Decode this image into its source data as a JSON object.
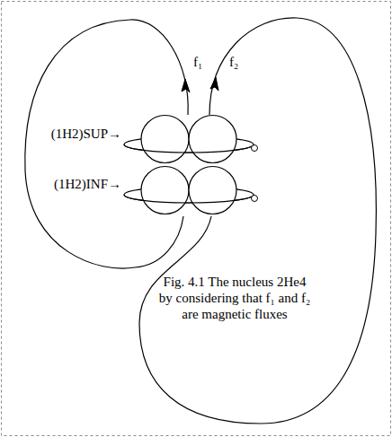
{
  "diagram": {
    "caption": "Fig. 4.1 The nucleus 2He4 by considering that f₁ and f₂ are magnetic fluxes",
    "labels": [
      "f₁",
      "f₂",
      "(1H2)SUP→",
      "(1H2)INF→"
    ]
  }
}
